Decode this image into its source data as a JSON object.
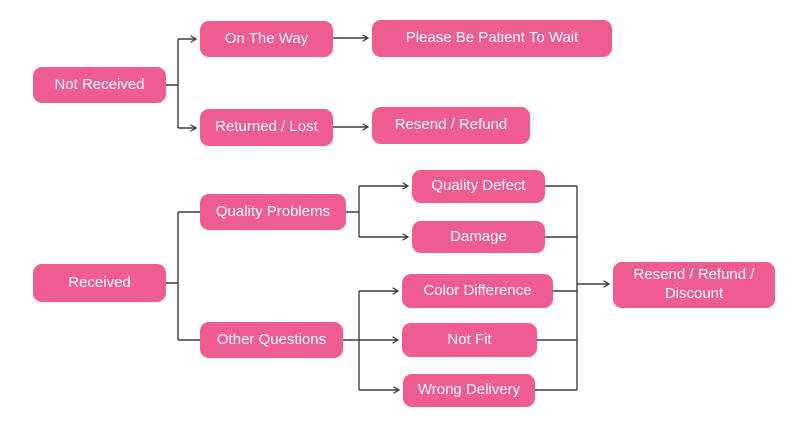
{
  "diagram": {
    "type": "flowchart",
    "colors": {
      "node_fill": "#ee5c90",
      "node_text": "#ffffff",
      "connector": "#3e3e3e",
      "background": "#ffffff"
    },
    "nodes": {
      "not_received": {
        "label": "Not Received"
      },
      "on_the_way": {
        "label": "On The Way"
      },
      "please_wait": {
        "label": "Please Be Patient To Wait"
      },
      "returned_lost": {
        "label": "Returned / Lost"
      },
      "resend_refund": {
        "label": "Resend / Refund"
      },
      "received": {
        "label": "Received"
      },
      "quality_problems": {
        "label": "Quality Problems"
      },
      "other_questions": {
        "label": "Other Questions"
      },
      "quality_defect": {
        "label": "Quality Defect"
      },
      "damage": {
        "label": "Damage"
      },
      "color_difference": {
        "label": "Color Difference"
      },
      "not_fit": {
        "label": "Not Fit"
      },
      "wrong_delivery": {
        "label": "Wrong Delivery"
      },
      "resend_refund_discount": {
        "label": "Resend / Refund / Discount"
      }
    },
    "edges": [
      {
        "from": "not_received",
        "to": "on_the_way",
        "arrow": true
      },
      {
        "from": "not_received",
        "to": "returned_lost",
        "arrow": true
      },
      {
        "from": "on_the_way",
        "to": "please_wait",
        "arrow": true
      },
      {
        "from": "returned_lost",
        "to": "resend_refund",
        "arrow": true
      },
      {
        "from": "received",
        "to": "quality_problems",
        "arrow": false
      },
      {
        "from": "received",
        "to": "other_questions",
        "arrow": false
      },
      {
        "from": "quality_problems",
        "to": "quality_defect",
        "arrow": true
      },
      {
        "from": "quality_problems",
        "to": "damage",
        "arrow": true
      },
      {
        "from": "other_questions",
        "to": "color_difference",
        "arrow": true
      },
      {
        "from": "other_questions",
        "to": "not_fit",
        "arrow": true
      },
      {
        "from": "other_questions",
        "to": "wrong_delivery",
        "arrow": true
      },
      {
        "from": "quality_defect",
        "to": "resend_refund_discount",
        "arrow": true
      },
      {
        "from": "damage",
        "to": "resend_refund_discount",
        "arrow": true
      },
      {
        "from": "color_difference",
        "to": "resend_refund_discount",
        "arrow": true
      },
      {
        "from": "not_fit",
        "to": "resend_refund_discount",
        "arrow": true
      },
      {
        "from": "wrong_delivery",
        "to": "resend_refund_discount",
        "arrow": true
      }
    ]
  }
}
